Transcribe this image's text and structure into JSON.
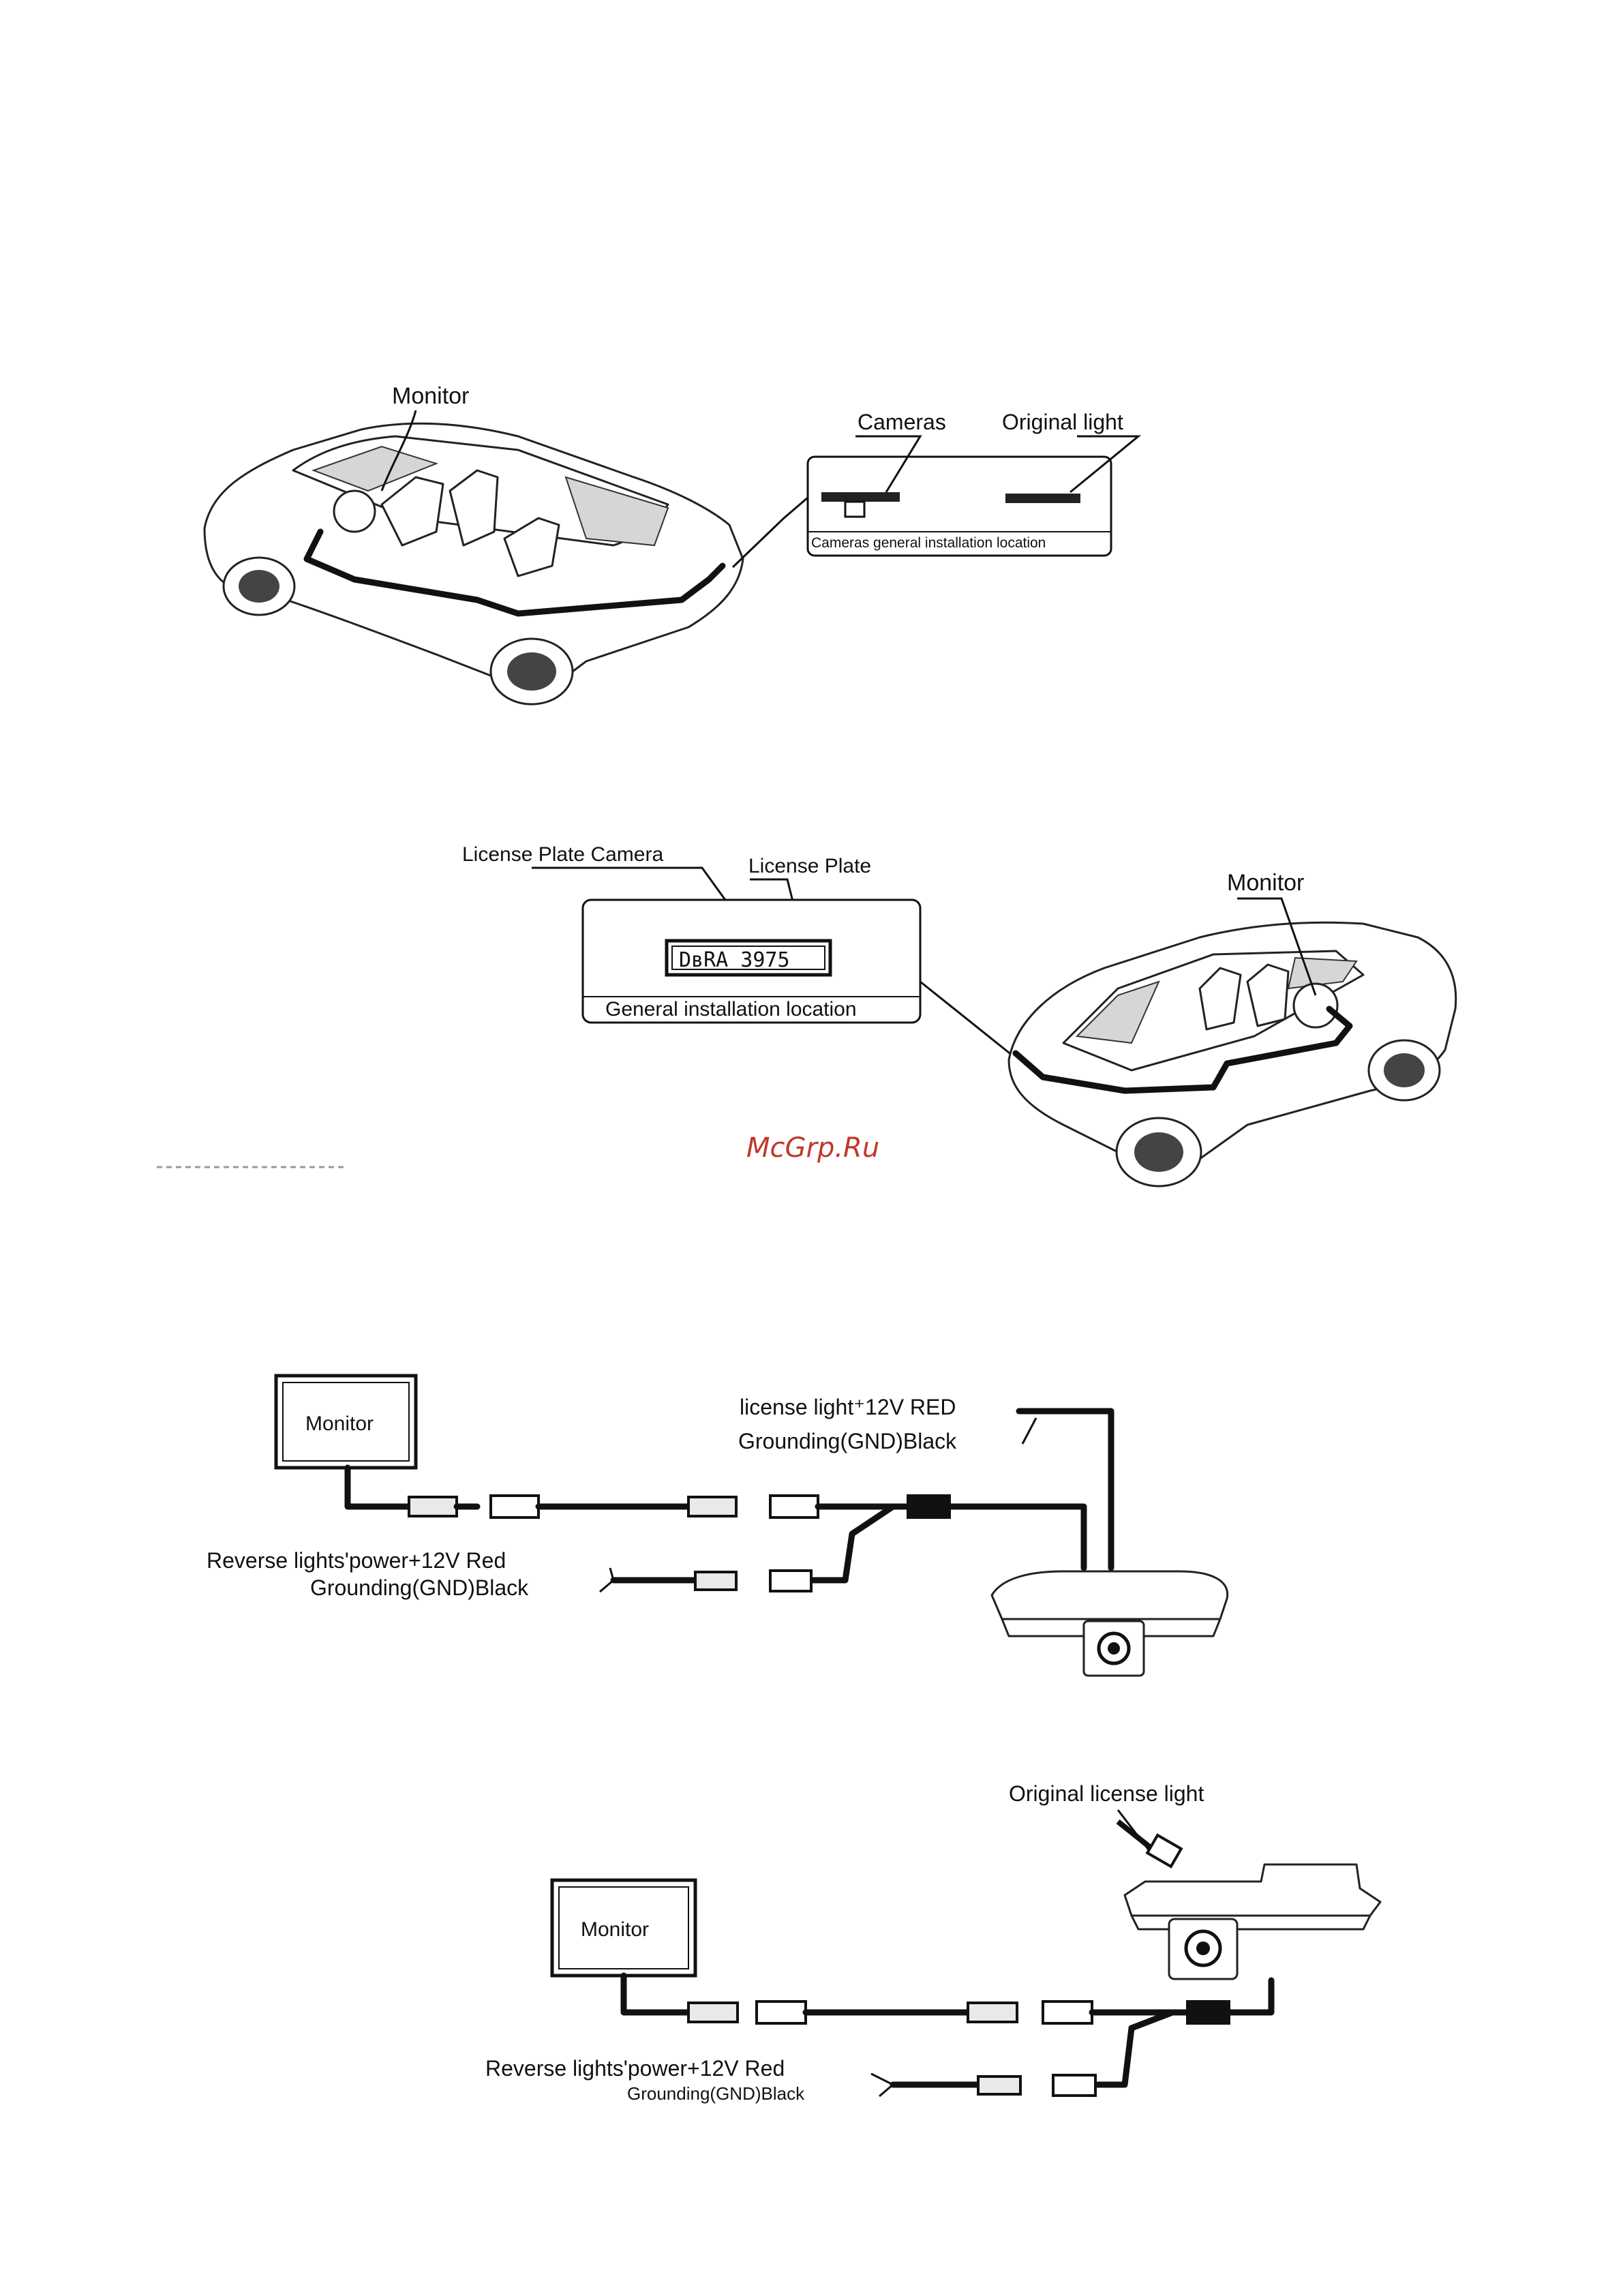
{
  "diagram1": {
    "monitor_label": "Monitor",
    "cameras_label": "Cameras",
    "original_light_label": "Original light",
    "inset_caption": "Cameras general installation location"
  },
  "diagram2": {
    "license_plate_camera_label": "License Plate Camera",
    "license_plate_label": "License Plate",
    "plate_text": "DвRA  3975",
    "monitor_label": "Monitor",
    "inset_caption": "General installation location"
  },
  "watermark": {
    "text": "McGrp.Ru",
    "color": "#c0392b"
  },
  "diagram3": {
    "monitor_label": "Monitor",
    "license_light_label": "license light⁺12V RED",
    "license_gnd_label": "Grounding(GND)Black",
    "reverse_power_label": "Reverse lights'power+12V Red",
    "reverse_gnd_label": "Grounding(GND)Black"
  },
  "diagram4": {
    "monitor_label": "Monitor",
    "original_license_light_label": "Original license light",
    "reverse_power_label": "Reverse lights'power+12V Red",
    "reverse_gnd_label": "Grounding(GND)Black"
  }
}
